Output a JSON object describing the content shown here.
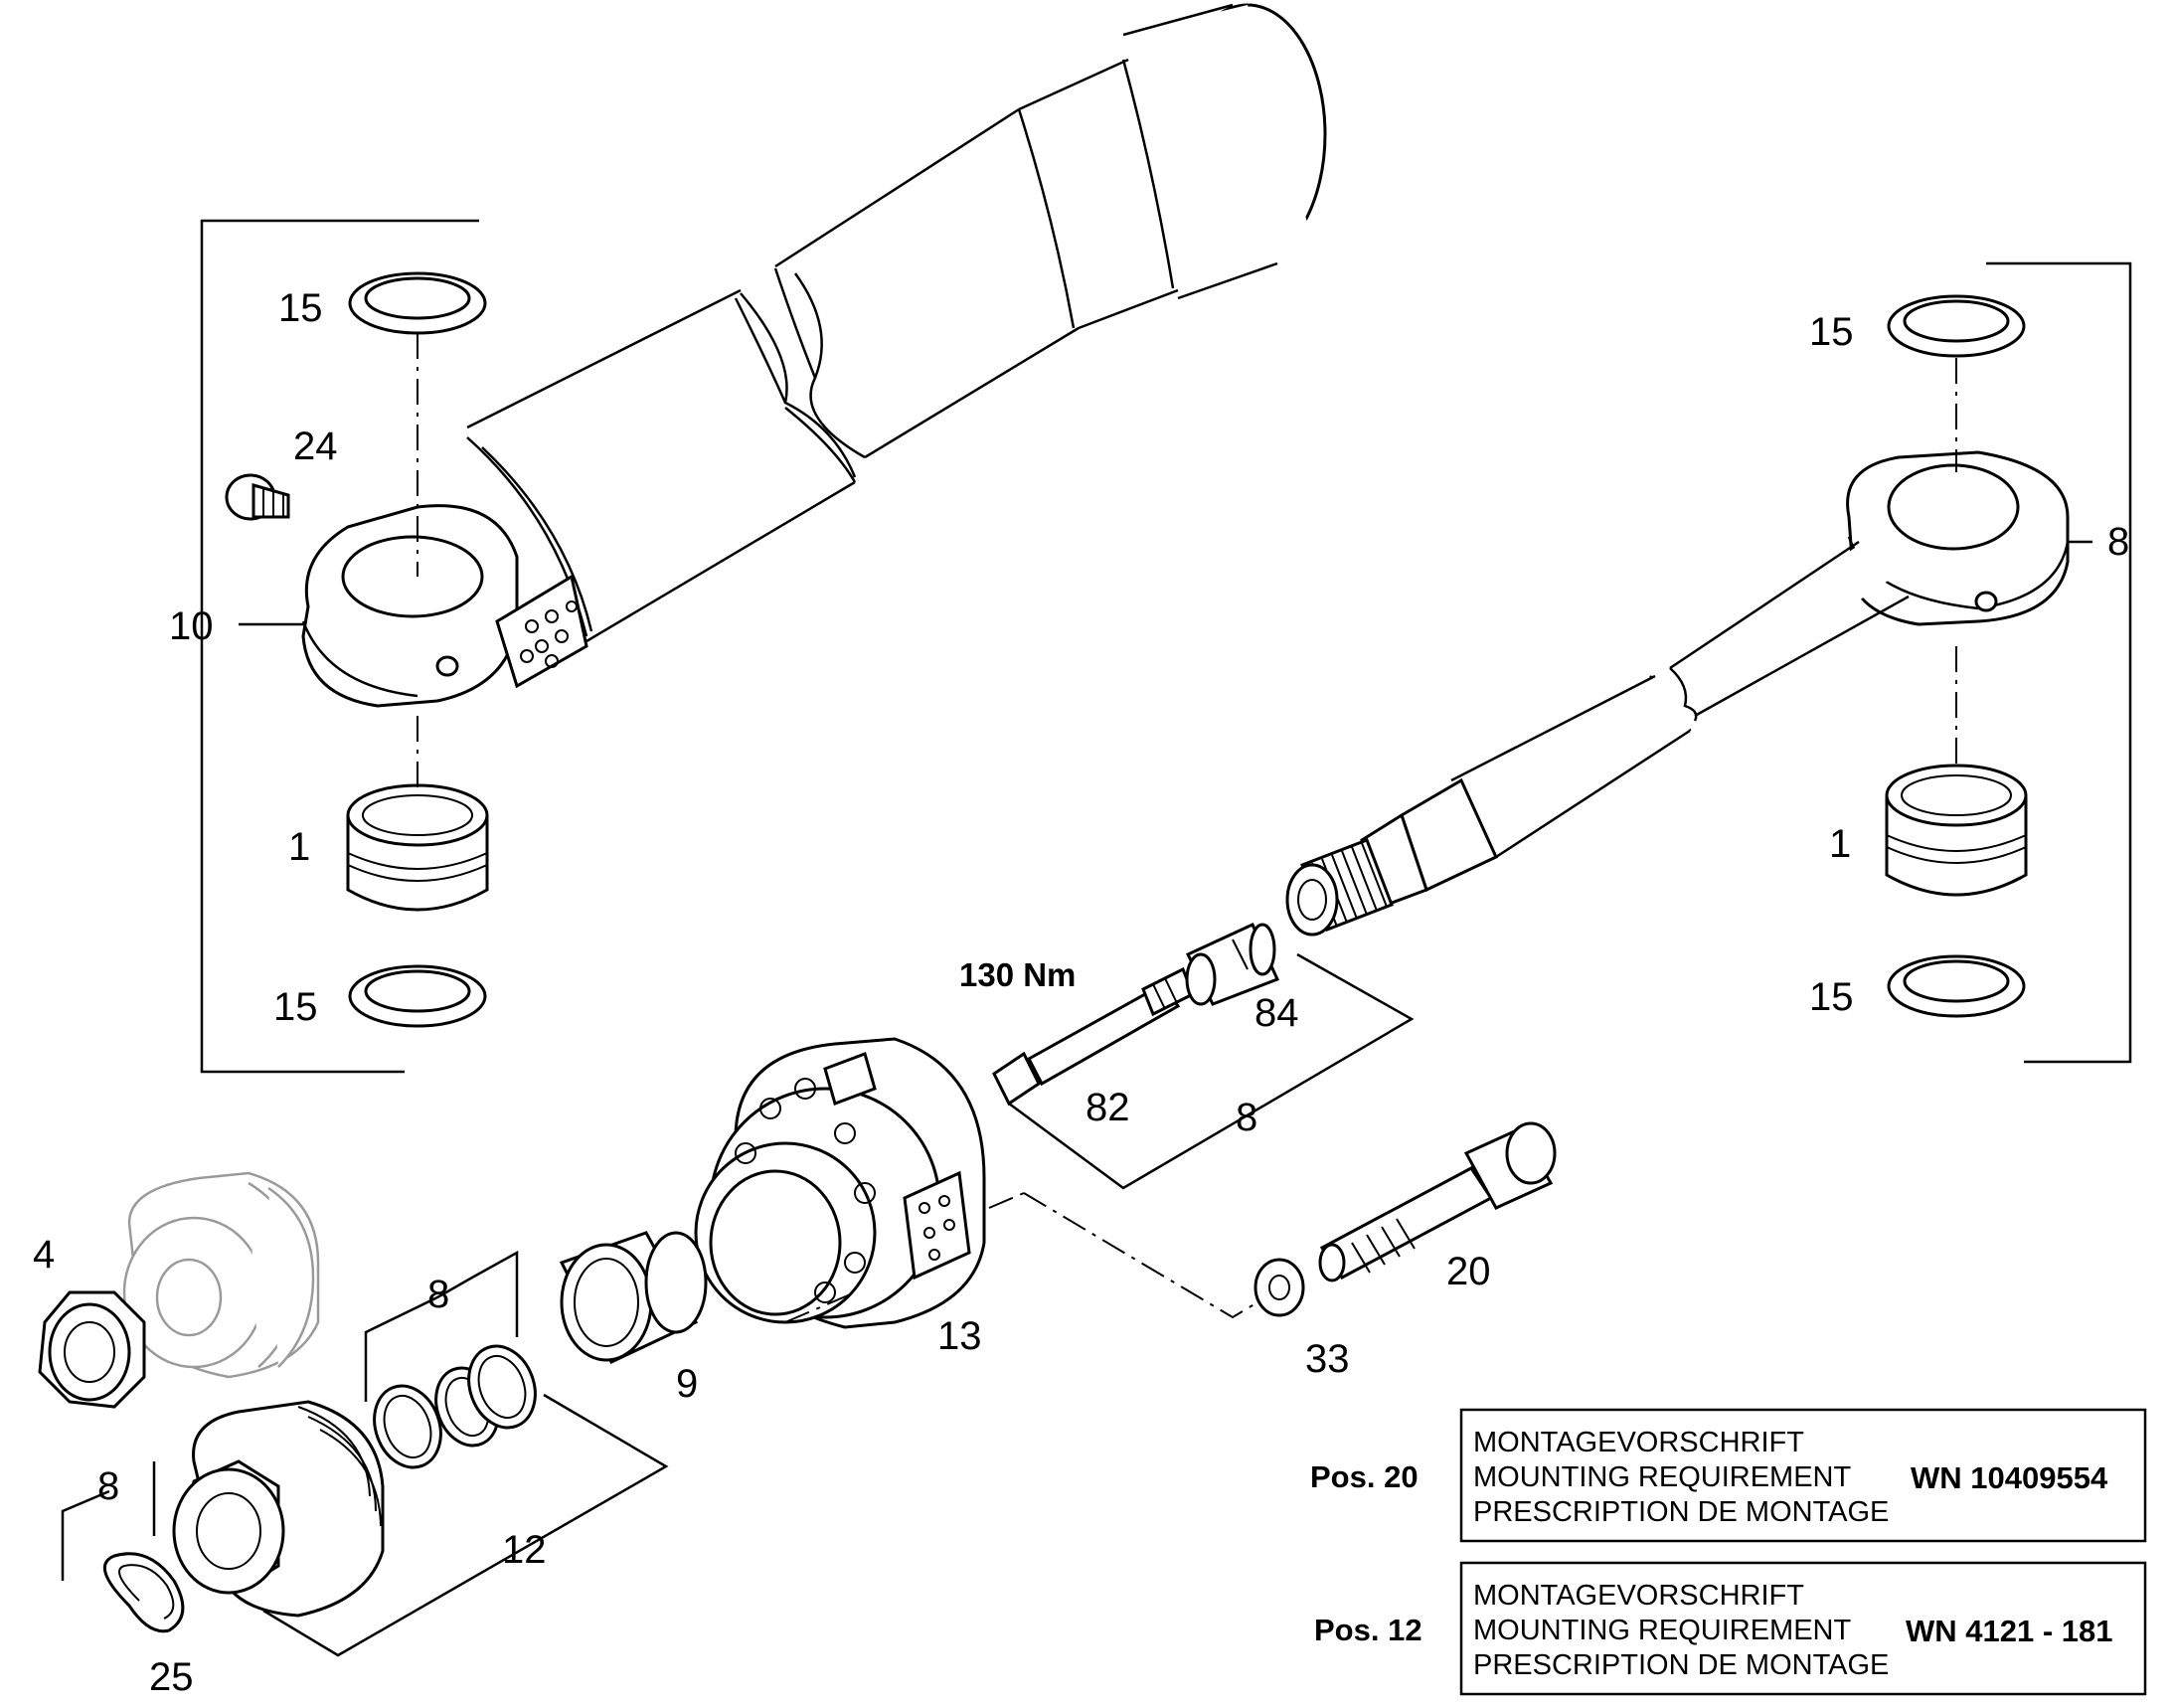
{
  "callouts": {
    "l15_top_left": "15",
    "l24": "24",
    "l10": "10",
    "l1_left": "1",
    "l15_bottom_left": "15",
    "l15_top_right": "15",
    "l8_right": "8",
    "l1_right": "1",
    "l15_bottom_right": "15",
    "l84": "84",
    "l82": "82",
    "l8_mid": "8",
    "l20": "20",
    "l33": "33",
    "l13": "13",
    "l9": "9",
    "l8_piston": "8",
    "l12": "12",
    "l4": "4",
    "l8_small": "8",
    "l25": "25"
  },
  "torque_label": "130 Nm",
  "notes": [
    {
      "pos": "Pos. 20",
      "lines": [
        "MONTAGEVORSCHRIFT",
        "MOUNTING REQUIREMENT",
        "PRESCRIPTION DE MONTAGE"
      ],
      "code": "WN 10409554"
    },
    {
      "pos": "Pos. 12",
      "lines": [
        "MONTAGEVORSCHRIFT",
        "MOUNTING REQUIREMENT",
        "PRESCRIPTION DE MONTAGE"
      ],
      "code": "WN 4121 - 181"
    }
  ]
}
